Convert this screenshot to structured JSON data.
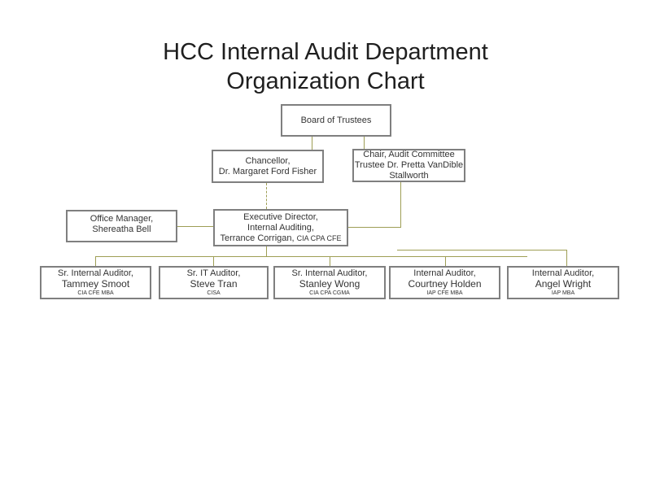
{
  "title": {
    "line1": "HCC Internal Audit Department",
    "line2": "Organization Chart"
  },
  "nodes": {
    "board": {
      "title": "Board of Trustees"
    },
    "chancellor": {
      "line1": "Chancellor,",
      "line2": "Dr. Margaret Ford Fisher"
    },
    "chair": {
      "line1": "Chair, Audit Committee",
      "line2": "Trustee Dr. Pretta VanDible",
      "line3": "Stallworth"
    },
    "office_manager": {
      "line1": "Office Manager,",
      "line2": "Shereatha Bell"
    },
    "executive_director": {
      "line1": "Executive Director,",
      "line2": "Internal Auditing,",
      "name": "Terrance Corrigan,",
      "credentials": "CIA CPA CFE"
    },
    "staff": [
      {
        "role": "Sr. Internal Auditor,",
        "name": "Tammey Smoot",
        "credentials": "CIA CFE MBA"
      },
      {
        "role": "Sr. IT Auditor,",
        "name": "Steve Tran",
        "credentials": "CISA"
      },
      {
        "role": "Sr. Internal Auditor,",
        "name": "Stanley Wong",
        "credentials": "CIA CPA CGMA"
      },
      {
        "role": "Internal Auditor,",
        "name": "Courtney Holden",
        "credentials": "IAP CFE MBA"
      },
      {
        "role": "Internal Auditor,",
        "name": "Angel Wright",
        "credentials": "IAP  MBA"
      }
    ]
  },
  "colors": {
    "connector": "#9e9e55",
    "box_border": "#7f7f7f",
    "text": "#333333",
    "title": "#1f1f1f"
  }
}
